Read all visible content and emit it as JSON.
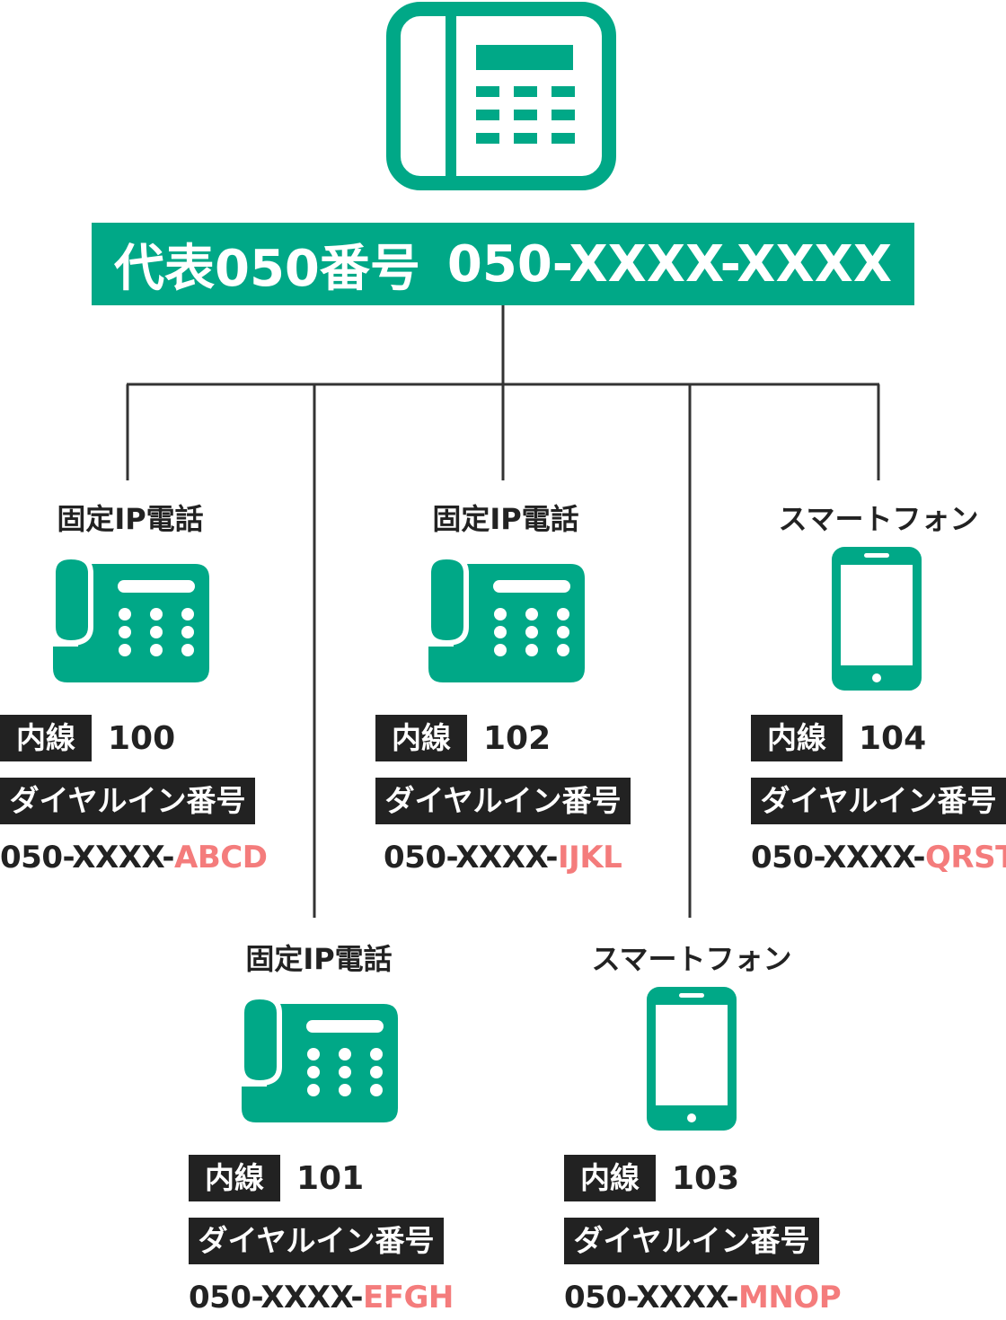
{
  "banner": {
    "label": "代表050番号",
    "number": "050-XXXX-XXXX"
  },
  "colors": {
    "accent": "#00a887",
    "dark": "#222222",
    "highlight": "#f47c7c"
  },
  "icons": {
    "main": "desk-phone-icon",
    "fixed": "fixed-phone-icon",
    "mobile": "smartphone-icon"
  },
  "nodes": [
    {
      "type": "固定IP電話",
      "ext_tag": "内線",
      "ext": "100",
      "dialin_label": "ダイヤルイン番号",
      "prefix": "050-XXXX-",
      "suffix": "ABCD"
    },
    {
      "type": "固定IP電話",
      "ext_tag": "内線",
      "ext": "101",
      "dialin_label": "ダイヤルイン番号",
      "prefix": "050-XXXX-",
      "suffix": "EFGH"
    },
    {
      "type": "固定IP電話",
      "ext_tag": "内線",
      "ext": "102",
      "dialin_label": "ダイヤルイン番号",
      "prefix": "050-XXXX-",
      "suffix": "IJKL"
    },
    {
      "type": "スマートフォン",
      "ext_tag": "内線",
      "ext": "103",
      "dialin_label": "ダイヤルイン番号",
      "prefix": "050-XXXX-",
      "suffix": "MNOP"
    },
    {
      "type": "スマートフォン",
      "ext_tag": "内線",
      "ext": "104",
      "dialin_label": "ダイヤルイン番号",
      "prefix": "050-XXXX-",
      "suffix": "QRST"
    }
  ]
}
